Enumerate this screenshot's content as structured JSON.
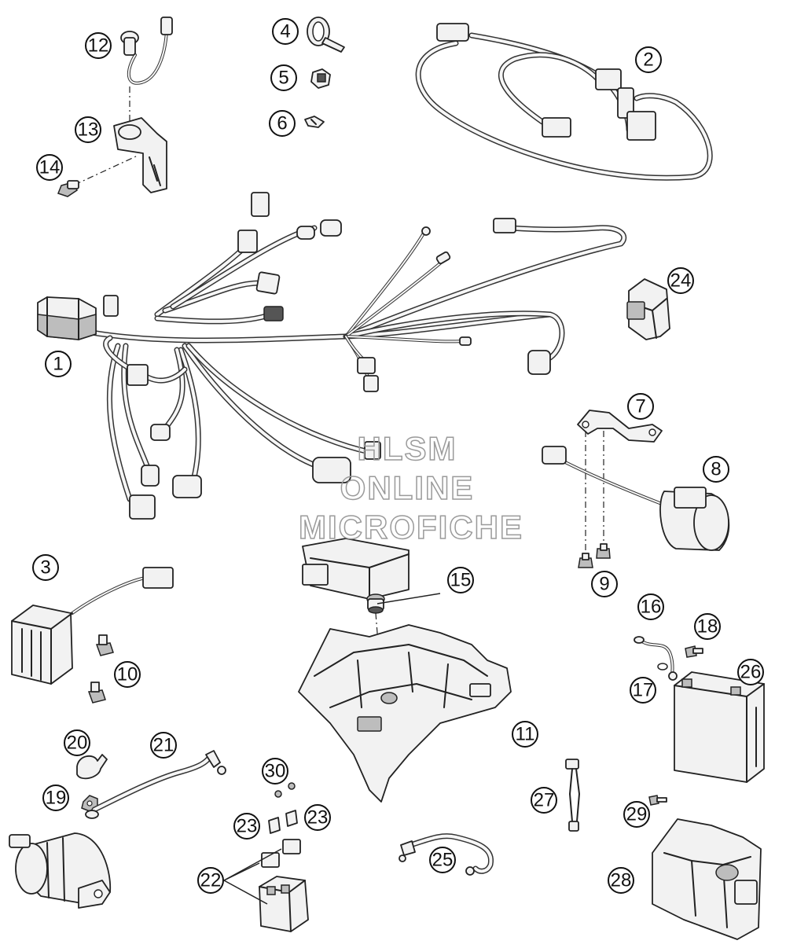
{
  "watermark": {
    "line1": "HLSM",
    "line2": "ONLINE",
    "line3": "MICROFICHE"
  },
  "callouts": [
    "1",
    "2",
    "3",
    "4",
    "5",
    "6",
    "7",
    "8",
    "9",
    "10",
    "11",
    "12",
    "13",
    "14",
    "15",
    "16",
    "17",
    "18",
    "19",
    "20",
    "21",
    "22",
    "23",
    "23",
    "24",
    "25",
    "26",
    "27",
    "28",
    "29",
    "30"
  ],
  "colors": {
    "line": "#222222",
    "fill": "#f2f2f2",
    "background": "#ffffff",
    "watermark": "#9a9a9a"
  }
}
